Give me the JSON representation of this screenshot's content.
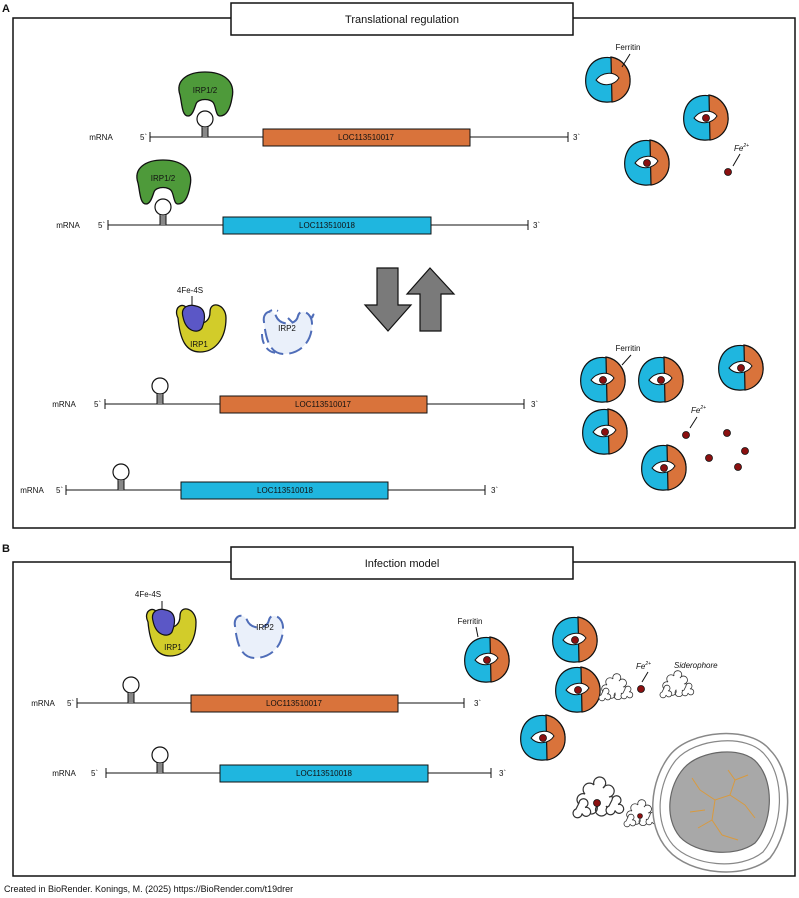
{
  "panels": {
    "a": {
      "letter": "A",
      "title": "Translational regulation"
    },
    "b": {
      "letter": "B",
      "title": "Infection model"
    }
  },
  "labels": {
    "mrna": "mRNA",
    "five_prime": "5`",
    "three_prime": "3`",
    "gene_1": "LOC113510017",
    "gene_2": "LOC113510018",
    "irp12": "IRP1/2",
    "irp1": "IRP1",
    "irp2": "IRP2",
    "fe4s": "4Fe-4S",
    "ferritin": "Ferritin",
    "fe_base": "Fe",
    "fe_sup": "2+",
    "siderophore": "Siderophore"
  },
  "footer": {
    "credit": "Created in BioRender. Konings, M. (2025) https://BioRender.com/t19drer"
  },
  "colors": {
    "orange": "#D9733B",
    "cyan": "#1FB6DF",
    "green": "#4E9A3A",
    "yellow": "#D2CC2A",
    "purple": "#5B57C6",
    "irp2_blue": "#4F6DB8",
    "gray_arrow": "#7A7A7A",
    "fe_red": "#8B1010"
  }
}
